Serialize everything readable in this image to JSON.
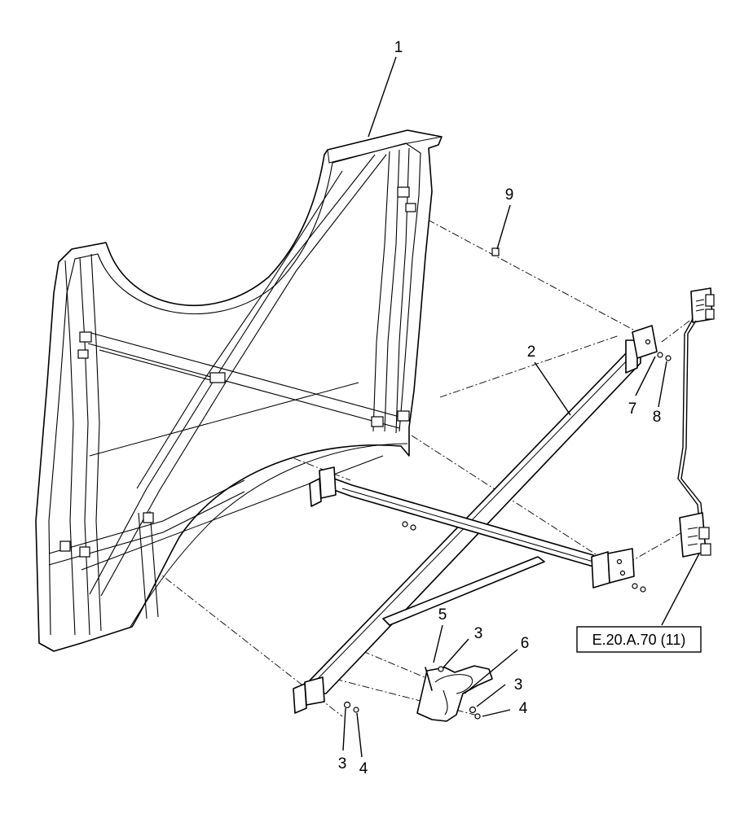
{
  "callouts": {
    "c1": "1",
    "c2": "2",
    "c3a": "3",
    "c3b": "3",
    "c3c": "3",
    "c4a": "4",
    "c4b": "4",
    "c5": "5",
    "c6": "6",
    "c7": "7",
    "c8": "8",
    "c9": "9"
  },
  "reference": {
    "label": "E.20.A.70 (11)"
  }
}
